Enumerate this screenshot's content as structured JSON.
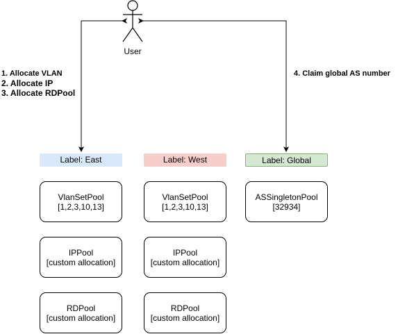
{
  "actor": {
    "label": "User"
  },
  "annotations": {
    "left_steps": [
      "1. Allocate VLAN",
      "2. Allocate IP",
      "3. Allocate RDPool"
    ],
    "right_step": "4. Claim global AS number"
  },
  "groups": [
    {
      "label": "Label: East",
      "fill_color": "#dae8fc",
      "pools": [
        {
          "name": "VlanSetPool",
          "detail": "[1,2,3,10,13]"
        },
        {
          "name": "IPPool",
          "detail": "[custom allocation]"
        },
        {
          "name": "RDPool",
          "detail": "[custom allocation]"
        }
      ]
    },
    {
      "label": "Label: West",
      "fill_color": "#f8cecc",
      "pools": [
        {
          "name": "VlanSetPool",
          "detail": "[1,2,3,10,13]"
        },
        {
          "name": "IPPool",
          "detail": "[custom allocation]"
        },
        {
          "name": "RDPool",
          "detail": "[custom allocation]"
        }
      ]
    },
    {
      "label": "Label: Global",
      "fill_color": "#d5e8d4",
      "border_color": "#82b366",
      "pools": [
        {
          "name": "ASSingletonPool",
          "detail": "[32934]"
        }
      ]
    }
  ],
  "colors": {
    "stroke": "#000000",
    "background": "#ffffff"
  }
}
